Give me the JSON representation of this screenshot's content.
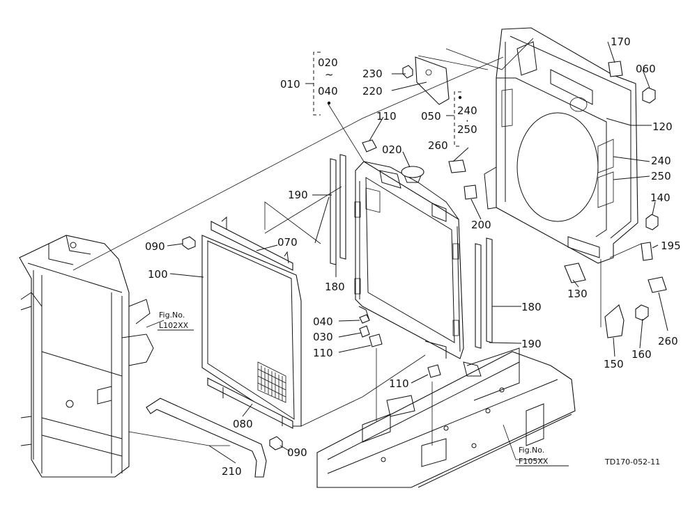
{
  "diagram": {
    "drawing_code": "TD170-052-11",
    "references": [
      {
        "id": "ref-l102",
        "line1": "Fig.No.",
        "line2": "L102XX"
      },
      {
        "id": "ref-f105",
        "line1": "Fig.No.",
        "line2": "F105XX"
      }
    ],
    "range_group_left": {
      "label": "010",
      "from": "020",
      "sep": "~",
      "to": "040"
    },
    "range_group_right": {
      "label": "050",
      "from": "240",
      "sep": "·",
      "to": "250"
    },
    "callouts": {
      "p170": "170",
      "p060": "060",
      "p120": "120",
      "p240": "240",
      "p250": "250",
      "p140": "140",
      "p195": "195",
      "p260a": "260",
      "p230": "230",
      "p220": "220",
      "p110a": "110",
      "p020": "020",
      "p260b": "260",
      "p190a": "190",
      "p200": "200",
      "p090a": "090",
      "p070": "070",
      "p100": "100",
      "p180a": "180",
      "p180b": "180",
      "p190b": "190",
      "p040": "040",
      "p030": "030",
      "p110b": "110",
      "p110c": "110",
      "p130": "130",
      "p150": "150",
      "p160": "160",
      "p080": "080",
      "p210": "210",
      "p090b": "090"
    }
  }
}
